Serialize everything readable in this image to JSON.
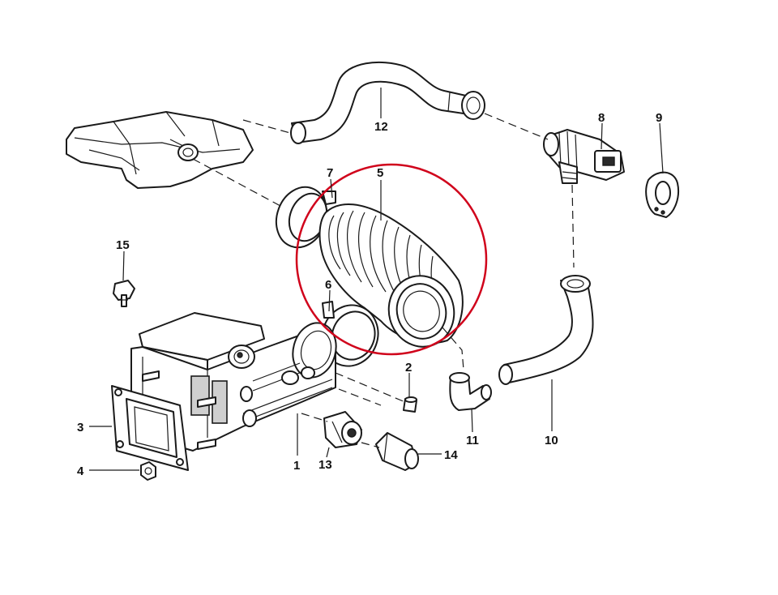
{
  "callouts": [
    {
      "id": "1",
      "label": "1"
    },
    {
      "id": "2",
      "label": "2"
    },
    {
      "id": "3",
      "label": "3"
    },
    {
      "id": "4",
      "label": "4"
    },
    {
      "id": "5",
      "label": "5"
    },
    {
      "id": "6",
      "label": "6"
    },
    {
      "id": "7",
      "label": "7"
    },
    {
      "id": "8",
      "label": "8"
    },
    {
      "id": "9",
      "label": "9"
    },
    {
      "id": "10",
      "label": "10"
    },
    {
      "id": "11",
      "label": "11"
    },
    {
      "id": "12",
      "label": "12"
    },
    {
      "id": "13",
      "label": "13"
    },
    {
      "id": "14",
      "label": "14"
    },
    {
      "id": "15",
      "label": "15"
    }
  ],
  "highlight": {
    "target": "5",
    "color": "#d0021b"
  }
}
